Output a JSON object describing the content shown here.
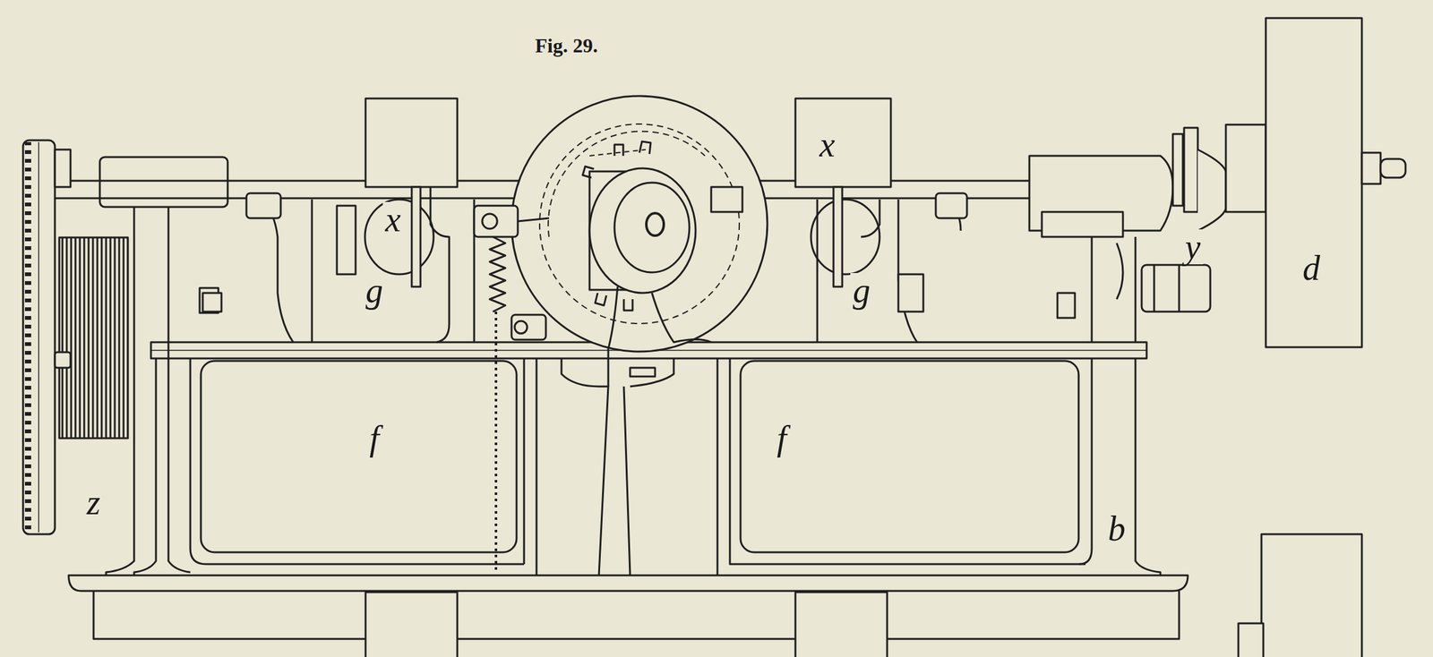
{
  "diagram": {
    "title": "Fig. 29.",
    "labels": [
      "x",
      "x",
      "g",
      "g",
      "f",
      "f",
      "z",
      "y",
      "d",
      "b"
    ]
  }
}
